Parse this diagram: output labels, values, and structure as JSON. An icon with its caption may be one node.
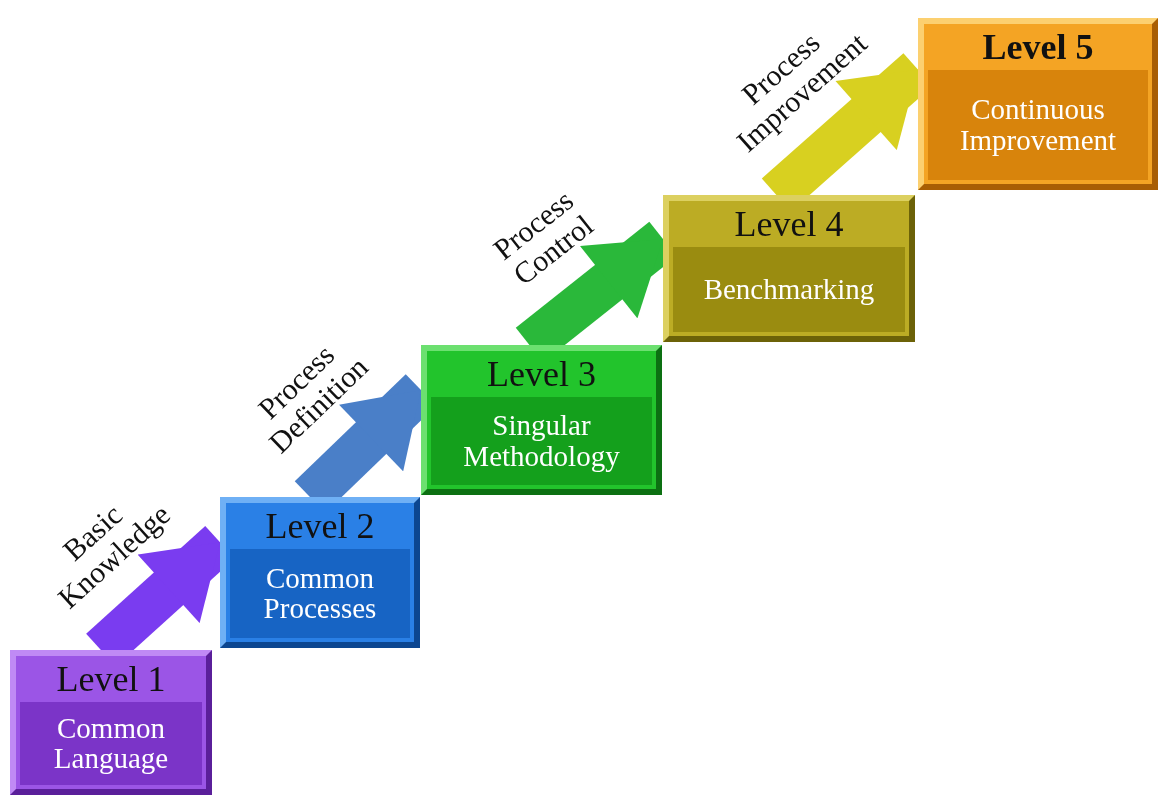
{
  "diagram": {
    "nodes": [
      {
        "text": [
          "Level 1",
          "Common Language"
        ]
      },
      {
        "text": [
          "Level 2",
          "Common Processes"
        ]
      },
      {
        "text": [
          "Level 3",
          "Singular Methodology"
        ]
      },
      {
        "text": [
          "Level 4",
          "Benchmarking"
        ]
      },
      {
        "text": [
          "Level 5",
          "Continuous Improvement"
        ]
      }
    ],
    "edges": [
      {
        "from": 0,
        "to": 1,
        "arrow": "to",
        "label": "Basic Knowledge",
        "color": "#7a3cf0"
      },
      {
        "from": 1,
        "to": 2,
        "arrow": "to",
        "label": "Process Definition",
        "color": "#4a7fc8"
      },
      {
        "from": 2,
        "to": 3,
        "arrow": "to",
        "label": "Process Control",
        "color": "#2ab83a"
      },
      {
        "from": 3,
        "to": 4,
        "arrow": "to",
        "label": "Process Improvement",
        "color": "#d8d020"
      }
    ]
  }
}
